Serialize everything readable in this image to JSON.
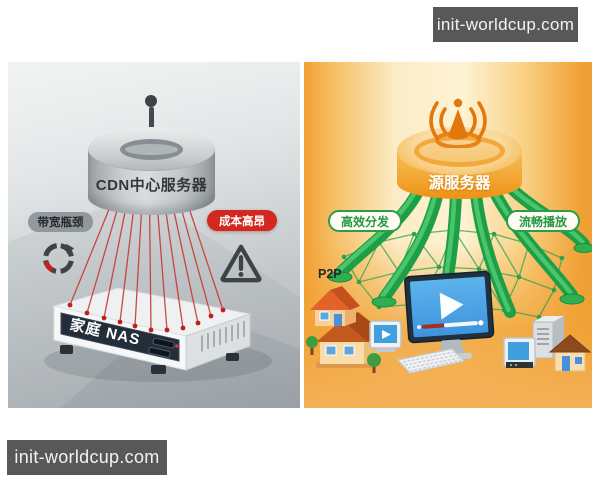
{
  "watermark": {
    "text": "init-worldcup.com"
  },
  "left_scene": {
    "server_label": "CDN中心服务器",
    "bandwidth_badge": "带宽瓶颈",
    "cost_badge": "成本高昂",
    "nas_label": "家庭 NAS",
    "icons": [
      "antenna-icon",
      "buffering-icon",
      "warning-icon",
      "laser-beams"
    ],
    "colors": {
      "laser_red": "#c9342b",
      "cost_badge_bg": "#d3281f",
      "bandwidth_badge_bg": "#8a9298",
      "server_gray": "#c3c7c9",
      "nas_panel": "#232e3a"
    }
  },
  "right_scene": {
    "server_label": "源服务器",
    "distribution_badge": "高效分发",
    "playback_badge": "流畅播放",
    "p2p_label": "P2P",
    "icons": [
      "broadcast-icon",
      "play-icon",
      "distribution-cables",
      "p2p-mesh"
    ],
    "colors": {
      "cable_green": "#1e9e45",
      "badge_green": "#2a9d4a",
      "server_orange": "#f3a733",
      "screen_blue": "#4aa3e8",
      "background_center": "#fdf3d4",
      "background_edge": "#f1a133"
    }
  }
}
